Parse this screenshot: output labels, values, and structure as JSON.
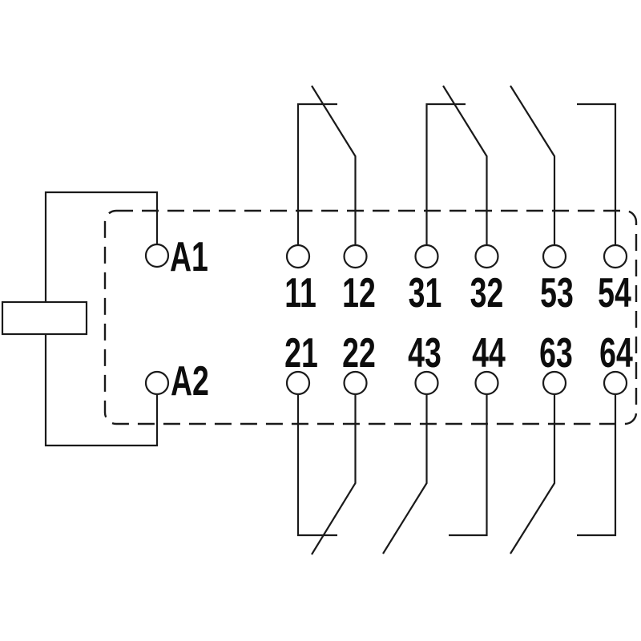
{
  "coil": {
    "a1": "A1",
    "a2": "A2"
  },
  "top_terminals": {
    "p11": "11",
    "p12": "12",
    "p31": "31",
    "p32": "32",
    "p53": "53",
    "p54": "54"
  },
  "bottom_terminals": {
    "p21": "21",
    "p22": "22",
    "p43": "43",
    "p44": "44",
    "p63": "63",
    "p64": "64"
  },
  "colors": {
    "line": "#1a1a1a",
    "background": "#ffffff"
  }
}
